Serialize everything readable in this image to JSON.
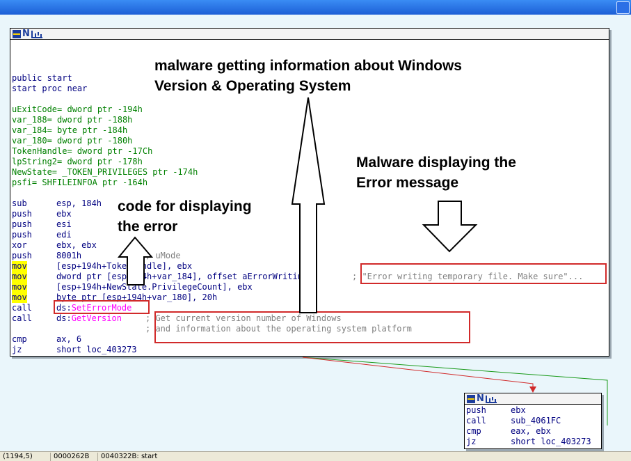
{
  "main_node": {
    "header_letter": "N",
    "lines": [
      {
        "op": "public start",
        "args": ""
      },
      {
        "op": "start proc near",
        "args": ""
      },
      {
        "op": "uExitCode= dword ptr -194h",
        "args": ""
      },
      {
        "op": "var_188= dword ptr -188h",
        "args": ""
      },
      {
        "op": "var_184= byte ptr -184h",
        "args": ""
      },
      {
        "op": "var_180= dword ptr -180h",
        "args": ""
      },
      {
        "op": "TokenHandle= dword ptr -17Ch",
        "args": ""
      },
      {
        "op": "lpString2= dword ptr -178h",
        "args": ""
      },
      {
        "op": "NewState= _TOKEN_PRIVILEGES ptr -174h",
        "args": ""
      },
      {
        "op": "psfi= SHFILEINFOA ptr -164h",
        "args": ""
      },
      {
        "op": "sub",
        "args": "esp, 184h"
      },
      {
        "op": "push",
        "args": "ebx"
      },
      {
        "op": "push",
        "args": "esi"
      },
      {
        "op": "push",
        "args": "edi"
      },
      {
        "op": "xor",
        "args": "ebx, ebx"
      },
      {
        "op": "push",
        "args": "8001h",
        "comment": "; uMode"
      },
      {
        "op": "mov",
        "args": "[esp+194h+TokenHandle], ebx"
      },
      {
        "op": "mov",
        "args": "dword ptr [esp+194h+var_184], offset aErrorWritingTe",
        "comment": "; \"Error writing temporary file. Make sure\"..."
      },
      {
        "op": "mov",
        "args": "[esp+194h+NewState.PrivilegeCount], ebx"
      },
      {
        "op": "mov",
        "args": "byte ptr [esp+194h+var_180], 20h"
      },
      {
        "op": "call",
        "args_prefix": "ds:",
        "args_func": "SetErrorMode"
      },
      {
        "op": "call",
        "args_prefix": "ds:",
        "args_func": "GetVersion",
        "comment": "; Get current version number of Windows"
      },
      {
        "op": "",
        "args": "",
        "comment": "; and information about the operating system platform"
      },
      {
        "op": "cmp",
        "args": "ax, 6"
      },
      {
        "op": "jz",
        "args": "short loc_403273"
      }
    ]
  },
  "small_node": {
    "header_letter": "N",
    "lines": [
      {
        "op": "push",
        "args": "ebx"
      },
      {
        "op": "call",
        "args": "sub_4061FC"
      },
      {
        "op": "cmp",
        "args": "eax, ebx"
      },
      {
        "op": "jz",
        "args": "short loc_403273"
      }
    ]
  },
  "annotations": {
    "version_os": "malware getting information about Windows\nVersion & Operating System",
    "error_message": "Malware displaying the\nError message",
    "code_error": "code for displaying\nthe error"
  },
  "status": {
    "coords": "(1194,5)",
    "offset": "0000262B",
    "address": "0040322B: start"
  },
  "colors": {
    "highlight": "#ffff00",
    "redbox": "#d12a2a",
    "label_green": "#008000",
    "func_magenta": "#ff00ff",
    "code_navy": "#000080",
    "comment_gray": "#808080"
  }
}
